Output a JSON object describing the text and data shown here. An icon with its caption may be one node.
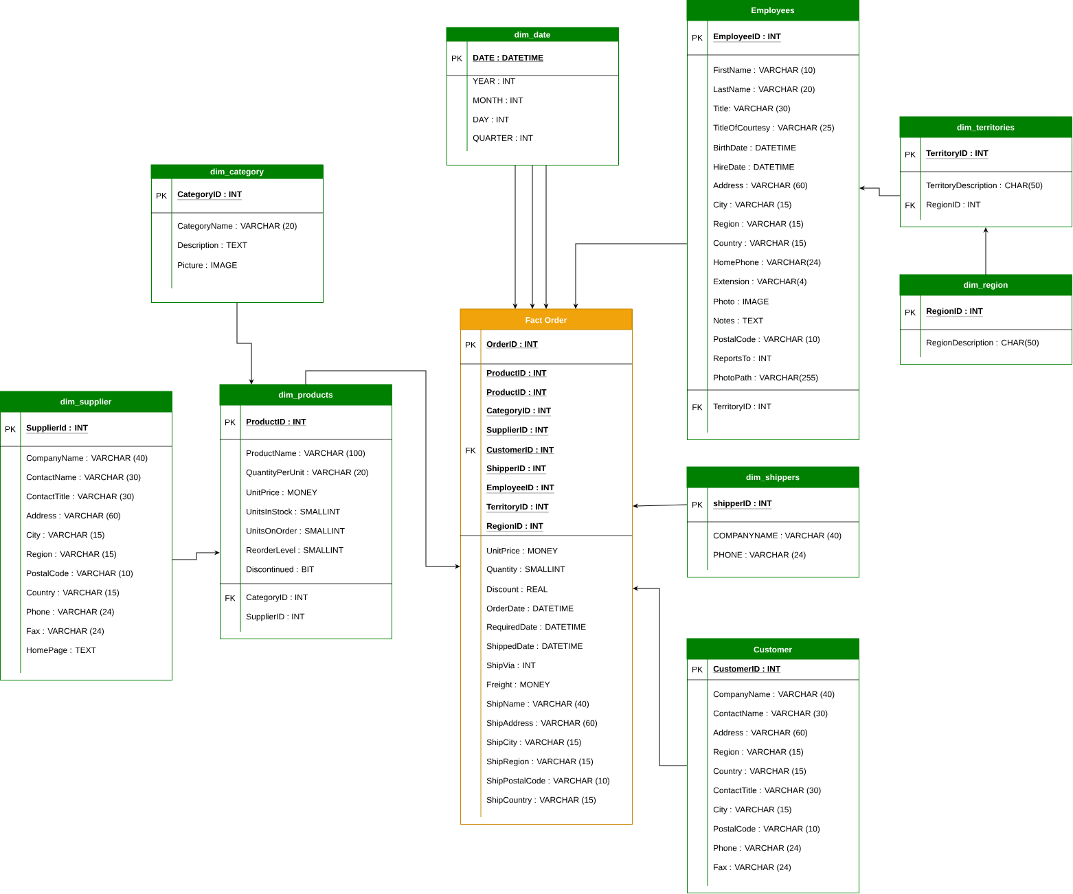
{
  "diagram": {
    "nodes": [
      {
        "text": [
          "dim_date",
          "PK",
          "DATE : DATETIME",
          "YEAR : INT",
          "MONTH : INT",
          "DAY : INT",
          "QUARTER : INT"
        ]
      },
      {
        "text": [
          "Employees",
          "PK",
          "EmployeeID : INT",
          "FirstName : VARCHAR (10)",
          "LastName : VARCHAR (20)",
          "Title: VARCHAR (30)",
          "TitleOfCourtesy : VARCHAR (25)",
          "BirthDate : DATETIME",
          "HireDate : DATETIME",
          "Address : VARCHAR (60)",
          "City : VARCHAR (15)",
          "Region : VARCHAR (15)",
          "Country : VARCHAR (15)",
          "HomePhone : VARCHAR(24)",
          "Extension : VARCHAR(4)",
          "Photo : IMAGE",
          "Notes : TEXT",
          "PostalCode : VARCHAR (10)",
          "ReportsTo : INT",
          "PhotoPath : VARCHAR(255)",
          "FK",
          "TerritoryID : INT"
        ]
      },
      {
        "text": [
          "dim_territories",
          "PK",
          "TerritoryID : INT",
          "TerritoryDescription : CHAR(50)",
          "FK",
          "RegionID : INT"
        ]
      },
      {
        "text": [
          "dim_category",
          "PK",
          "CategoryID : INT",
          "CategoryName : VARCHAR (20)",
          "Description : TEXT",
          "Picture : IMAGE"
        ]
      },
      {
        "text": [
          "dim_region",
          "PK",
          "RegionID : INT",
          "RegionDescription : CHAR(50)"
        ]
      },
      {
        "text": [
          "Fact Order",
          "PK",
          "OrderID : INT",
          "FK",
          "ProductID : INT",
          "ProductID : INT",
          "CategoryID : INT",
          "SupplierID : INT",
          "CustomerID : INT",
          "ShipperID : INT",
          "EmployeeID : INT",
          "TerritoryID : INT",
          "RegionID : INT",
          "UnitPrice : MONEY",
          "Quantity : SMALLINT",
          "Discount : REAL",
          "OrderDate : DATETIME",
          "RequiredDate : DATETIME",
          "ShippedDate : DATETIME",
          "ShipVia : INT",
          "Freight : MONEY",
          "ShipName : VARCHAR (40)",
          "ShipAddress : VARCHAR (60)",
          "ShipCity : VARCHAR (15)",
          "ShipRegion : VARCHAR (15)",
          "ShipPostalCode : VARCHAR (10)",
          "ShipCountry : VARCHAR (15)"
        ]
      },
      {
        "text": [
          "dim_supplier",
          "PK",
          "SupplierId : INT",
          "CompanyName : VARCHAR (40)",
          "ContactName : VARCHAR (30)",
          "ContactTitle : VARCHAR (30)",
          "Address : VARCHAR (60)",
          "City : VARCHAR (15)",
          "Region : VARCHAR (15)",
          "PostalCode : VARCHAR (10)",
          "Country : VARCHAR (15)",
          "Phone : VARCHAR (24)",
          "Fax : VARCHAR (24)",
          "HomePage : TEXT"
        ]
      },
      {
        "text": [
          "dim_products",
          "PK",
          "ProductID : INT",
          "ProductName : VARCHAR (100)",
          "QuantityPerUnit : VARCHAR (20)",
          "UnitPrice : MONEY",
          "UnitsInStock : SMALLINT",
          "UnitsOnOrder : SMALLINT",
          "ReorderLevel : SMALLINT",
          "Discontinued : BIT",
          "FK",
          "CategoryID : INT",
          "SupplierID : INT"
        ]
      },
      {
        "text": [
          "dim_shippers",
          "PK",
          "shipperID : INT",
          "COMPANYNAME : VARCHAR (40)",
          "PHONE : VARCHAR (24)"
        ]
      },
      {
        "text": [
          "Customer",
          "PK",
          "CustomerID : INT",
          "CompanyName : VARCHAR (40)",
          "ContactName : VARCHAR (30)",
          "Address : VARCHAR (60)",
          "Region : VARCHAR (15)",
          "Country : VARCHAR (15)",
          "ContactTitle : VARCHAR (30)",
          "City : VARCHAR (15)",
          "PostalCode : VARCHAR (10)",
          "Phone : VARCHAR (24)",
          "Fax : VARCHAR (24)"
        ]
      }
    ],
    "edges": [
      {
        "from": 0,
        "to": 5,
        "arrow": "to"
      },
      {
        "from": 0,
        "to": 5,
        "arrow": "to"
      },
      {
        "from": 0,
        "to": 5,
        "arrow": "to"
      },
      {
        "from": 1,
        "to": 5,
        "arrow": "to"
      },
      {
        "from": 2,
        "to": 1,
        "arrow": "to"
      },
      {
        "from": 4,
        "to": 2,
        "arrow": "to"
      },
      {
        "from": 3,
        "to": 7,
        "arrow": "to"
      },
      {
        "from": 6,
        "to": 7,
        "arrow": "to"
      },
      {
        "from": 7,
        "to": 5,
        "arrow": "to"
      },
      {
        "from": 8,
        "to": 5,
        "arrow": "to"
      },
      {
        "from": 9,
        "to": 5,
        "arrow": "to"
      }
    ]
  }
}
